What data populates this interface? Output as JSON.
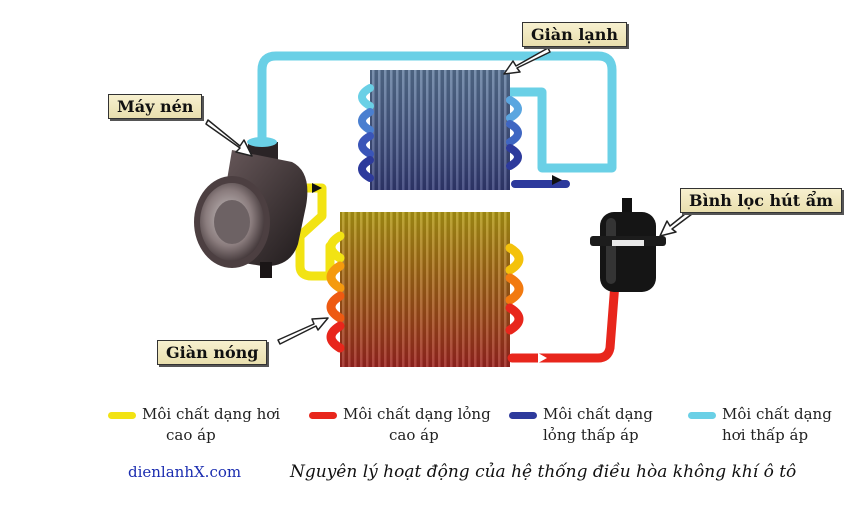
{
  "labels": {
    "compressor": "Máy nén",
    "evaporator": "Giàn lạnh",
    "condenser": "Giàn nóng",
    "receiver_drier": "Bình lọc hút ẩm"
  },
  "legend": [
    {
      "line1": "Môi chất dạng hơi",
      "line2": "cao áp",
      "color": "#f2e313"
    },
    {
      "line1": "Môi chất dạng lỏng",
      "line2": "cao áp",
      "color": "#e8261c"
    },
    {
      "line1": "Môi chất dạng",
      "line2": "lỏng thấp áp",
      "color": "#2d3a9c"
    },
    {
      "line1": "Môi chất dạng",
      "line2": "hơi thấp áp",
      "color": "#6ad0e6"
    }
  ],
  "website": "dienlanhX.com",
  "caption": "Nguyên lý hoạt động của hệ thống điều hòa không khí ô tô",
  "colors": {
    "high_pressure_vapor": "#f2e313",
    "high_pressure_liquid": "#e8261c",
    "low_pressure_liquid": "#2d3a9c",
    "low_pressure_vapor": "#6ad0e6"
  }
}
